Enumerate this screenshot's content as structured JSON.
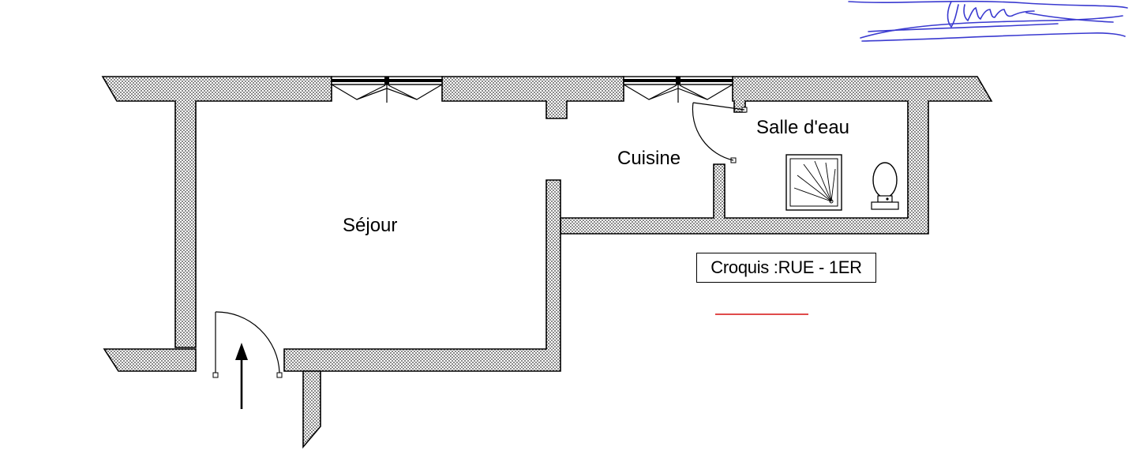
{
  "rooms": {
    "sejour": "Séjour",
    "cuisine": "Cuisine",
    "salle_deau": "Salle d'eau"
  },
  "caption": "Croquis :RUE - 1ER",
  "colors": {
    "wall_outline": "#000000",
    "wall_hatch": "#5a5a5a",
    "signature_ink": "#3a3ad0",
    "red_mark": "#e04b4b"
  }
}
